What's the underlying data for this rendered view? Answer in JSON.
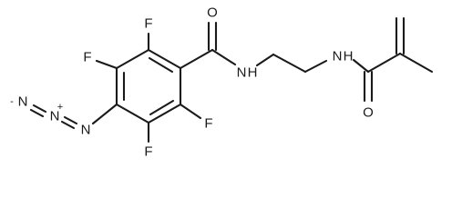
{
  "molecule": {
    "atoms": {
      "f_top": "F",
      "f_upper_left": "F",
      "f_right": "F",
      "f_bottom": "F",
      "amide_o_left": "O",
      "nh_left": "N",
      "nh_left_h": "H",
      "nh_right": "N",
      "nh_right_h": "H",
      "amide_o_right": "O",
      "azide_n1": "N",
      "azide_n2": "N",
      "azide_n3": "N"
    },
    "charges": {
      "azide_minus": "-",
      "azide_plus": "+"
    }
  }
}
